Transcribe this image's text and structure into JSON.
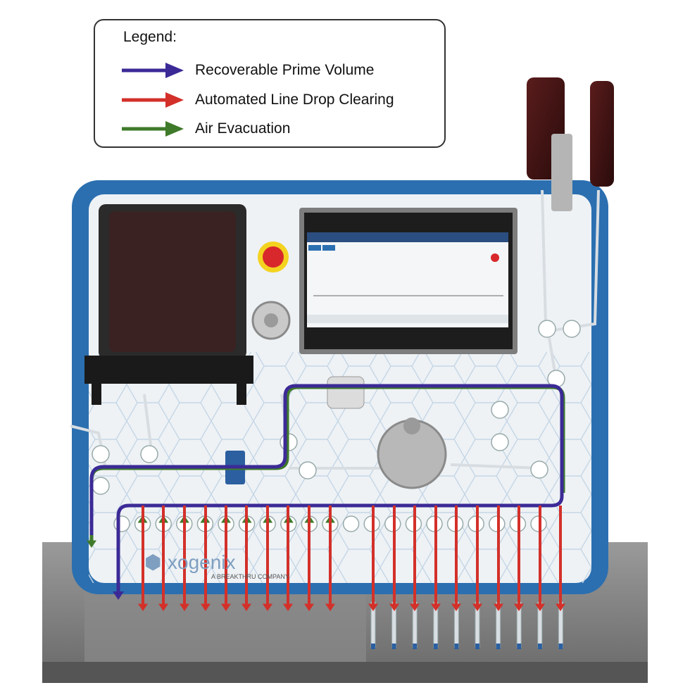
{
  "legend": {
    "title": "Legend:",
    "items": [
      {
        "label": "Recoverable Prime Volume",
        "color": "#3b2a96"
      },
      {
        "label": "Automated Line Drop Clearing",
        "color": "#d3302a"
      },
      {
        "label": "Air Evacuation",
        "color": "#3f7a2a"
      }
    ]
  },
  "device": {
    "brand": "xogenix",
    "tagline": "A BREAKTHRU COMPANY"
  },
  "screen": {
    "title": "",
    "button_a": "",
    "button_b": ""
  },
  "colors": {
    "frame": "#2b6fb0",
    "panel": "#eef2f5",
    "hex_line": "#b9cde0",
    "prime": "#3b2a96",
    "drop": "#d3302a",
    "air": "#3f7a2a"
  }
}
